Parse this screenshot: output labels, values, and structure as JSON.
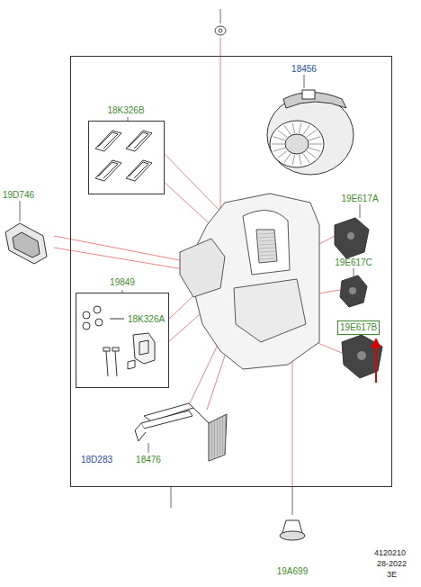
{
  "diagram": {
    "nodes": [
      {
        "text": [
          "18D283"
        ]
      },
      {
        "text": [
          "18K326B"
        ],
        "in": 0
      },
      {
        "text": [
          "19849",
          "18K326A"
        ],
        "in": 0
      },
      {
        "text": [
          "19E617B"
        ],
        "in": 0
      }
    ],
    "edges": [],
    "labels": [
      "18456",
      "19E617A",
      "19E617C",
      "19D746",
      "18476",
      "19A699",
      "4120210",
      "28-2022",
      "3E"
    ]
  }
}
